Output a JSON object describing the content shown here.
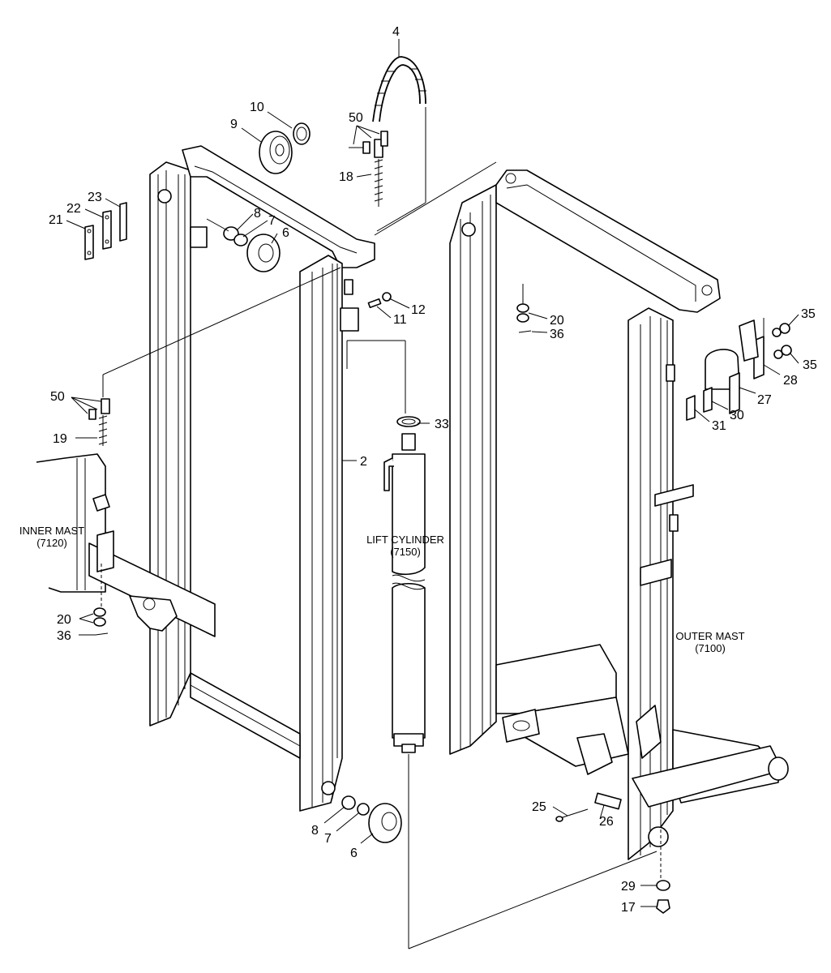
{
  "labels": {
    "inner_mast_title": "INNER MAST",
    "inner_mast_code": "(7120)",
    "lift_cylinder_title": "LIFT CYLINDER",
    "lift_cylinder_code": "(7150)",
    "outer_mast_title": "OUTER MAST",
    "outer_mast_code": "(7100)"
  },
  "callouts": {
    "p4": "4",
    "p10": "10",
    "p9": "9",
    "p50a": "50",
    "p18": "18",
    "p23": "23",
    "p22": "22",
    "p21": "21",
    "p8a": "8",
    "p7a": "7",
    "p6a": "6",
    "p12": "12",
    "p11": "11",
    "p20a": "20",
    "p36a": "36",
    "p35a": "35",
    "p35b": "35",
    "p28": "28",
    "p27": "27",
    "p30": "30",
    "p31": "31",
    "p50b": "50",
    "p19": "19",
    "p33": "33",
    "p2": "2",
    "p20b": "20",
    "p36b": "36",
    "p8b": "8",
    "p7b": "7",
    "p6b": "6",
    "p25": "25",
    "p26": "26",
    "p29": "29",
    "p17": "17"
  }
}
